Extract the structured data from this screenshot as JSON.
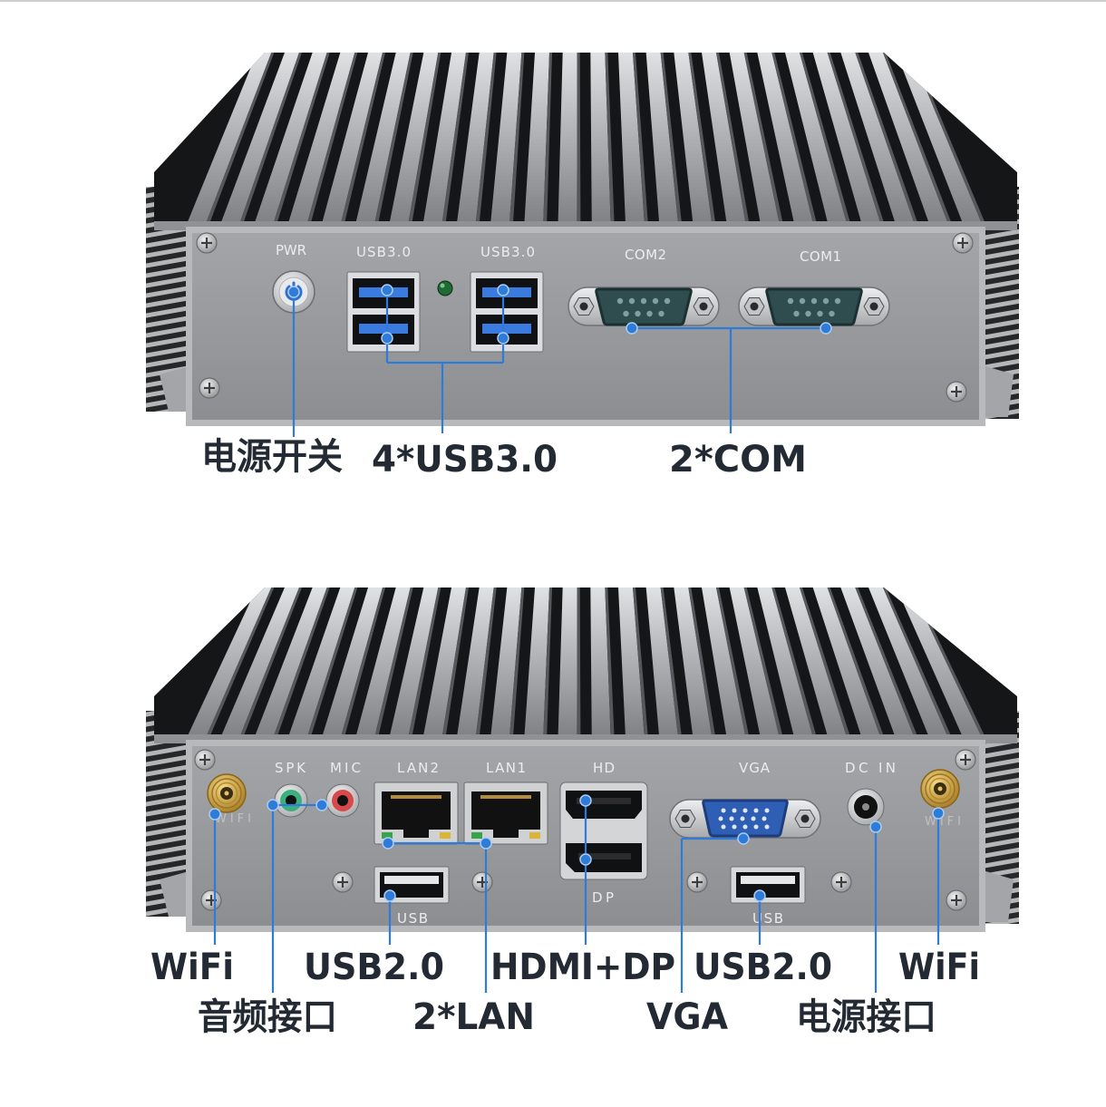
{
  "top_unit": {
    "panel_labels": {
      "pwr": "PWR",
      "usb_left": "USB3.0",
      "usb_right": "USB3.0",
      "com2": "COM2",
      "com1": "COM1"
    },
    "callouts": {
      "power_switch": "电源开关",
      "usb": "4*USB3.0",
      "com": "2*COM"
    }
  },
  "bottom_unit": {
    "panel_labels": {
      "wifi_left": "WIFI",
      "spk": "SPK",
      "mic": "MIC",
      "lan2": "LAN2",
      "lan1": "LAN1",
      "hd": "HD",
      "dp": "DP",
      "vga": "VGA",
      "dc_in": "DC IN",
      "wifi_right": "WIFI",
      "usb_left": "USB",
      "usb_right": "USB"
    },
    "callouts": {
      "wifi_left": "WiFi",
      "usb_left": "USB2.0",
      "hdmi_dp": "HDMI+DP",
      "usb_right": "USB2.0",
      "wifi_right": "WiFi",
      "audio": "音频接口",
      "lan": "2*LAN",
      "vga": "VGA",
      "power_jack": "电源接口"
    }
  },
  "icons": {
    "power_button": "power-icon"
  },
  "colors": {
    "callout_line": "#2f7bd8",
    "label_text": "#232a33",
    "usb3_tongue": "#3b7be0",
    "com_shell": "#2f4c4f",
    "vga_shell": "#2f5fb4",
    "spk_jack": "#3bb07c",
    "mic_jack": "#d84a4a",
    "led": "#1e6b34",
    "power_icon": "#2f6fd0"
  }
}
